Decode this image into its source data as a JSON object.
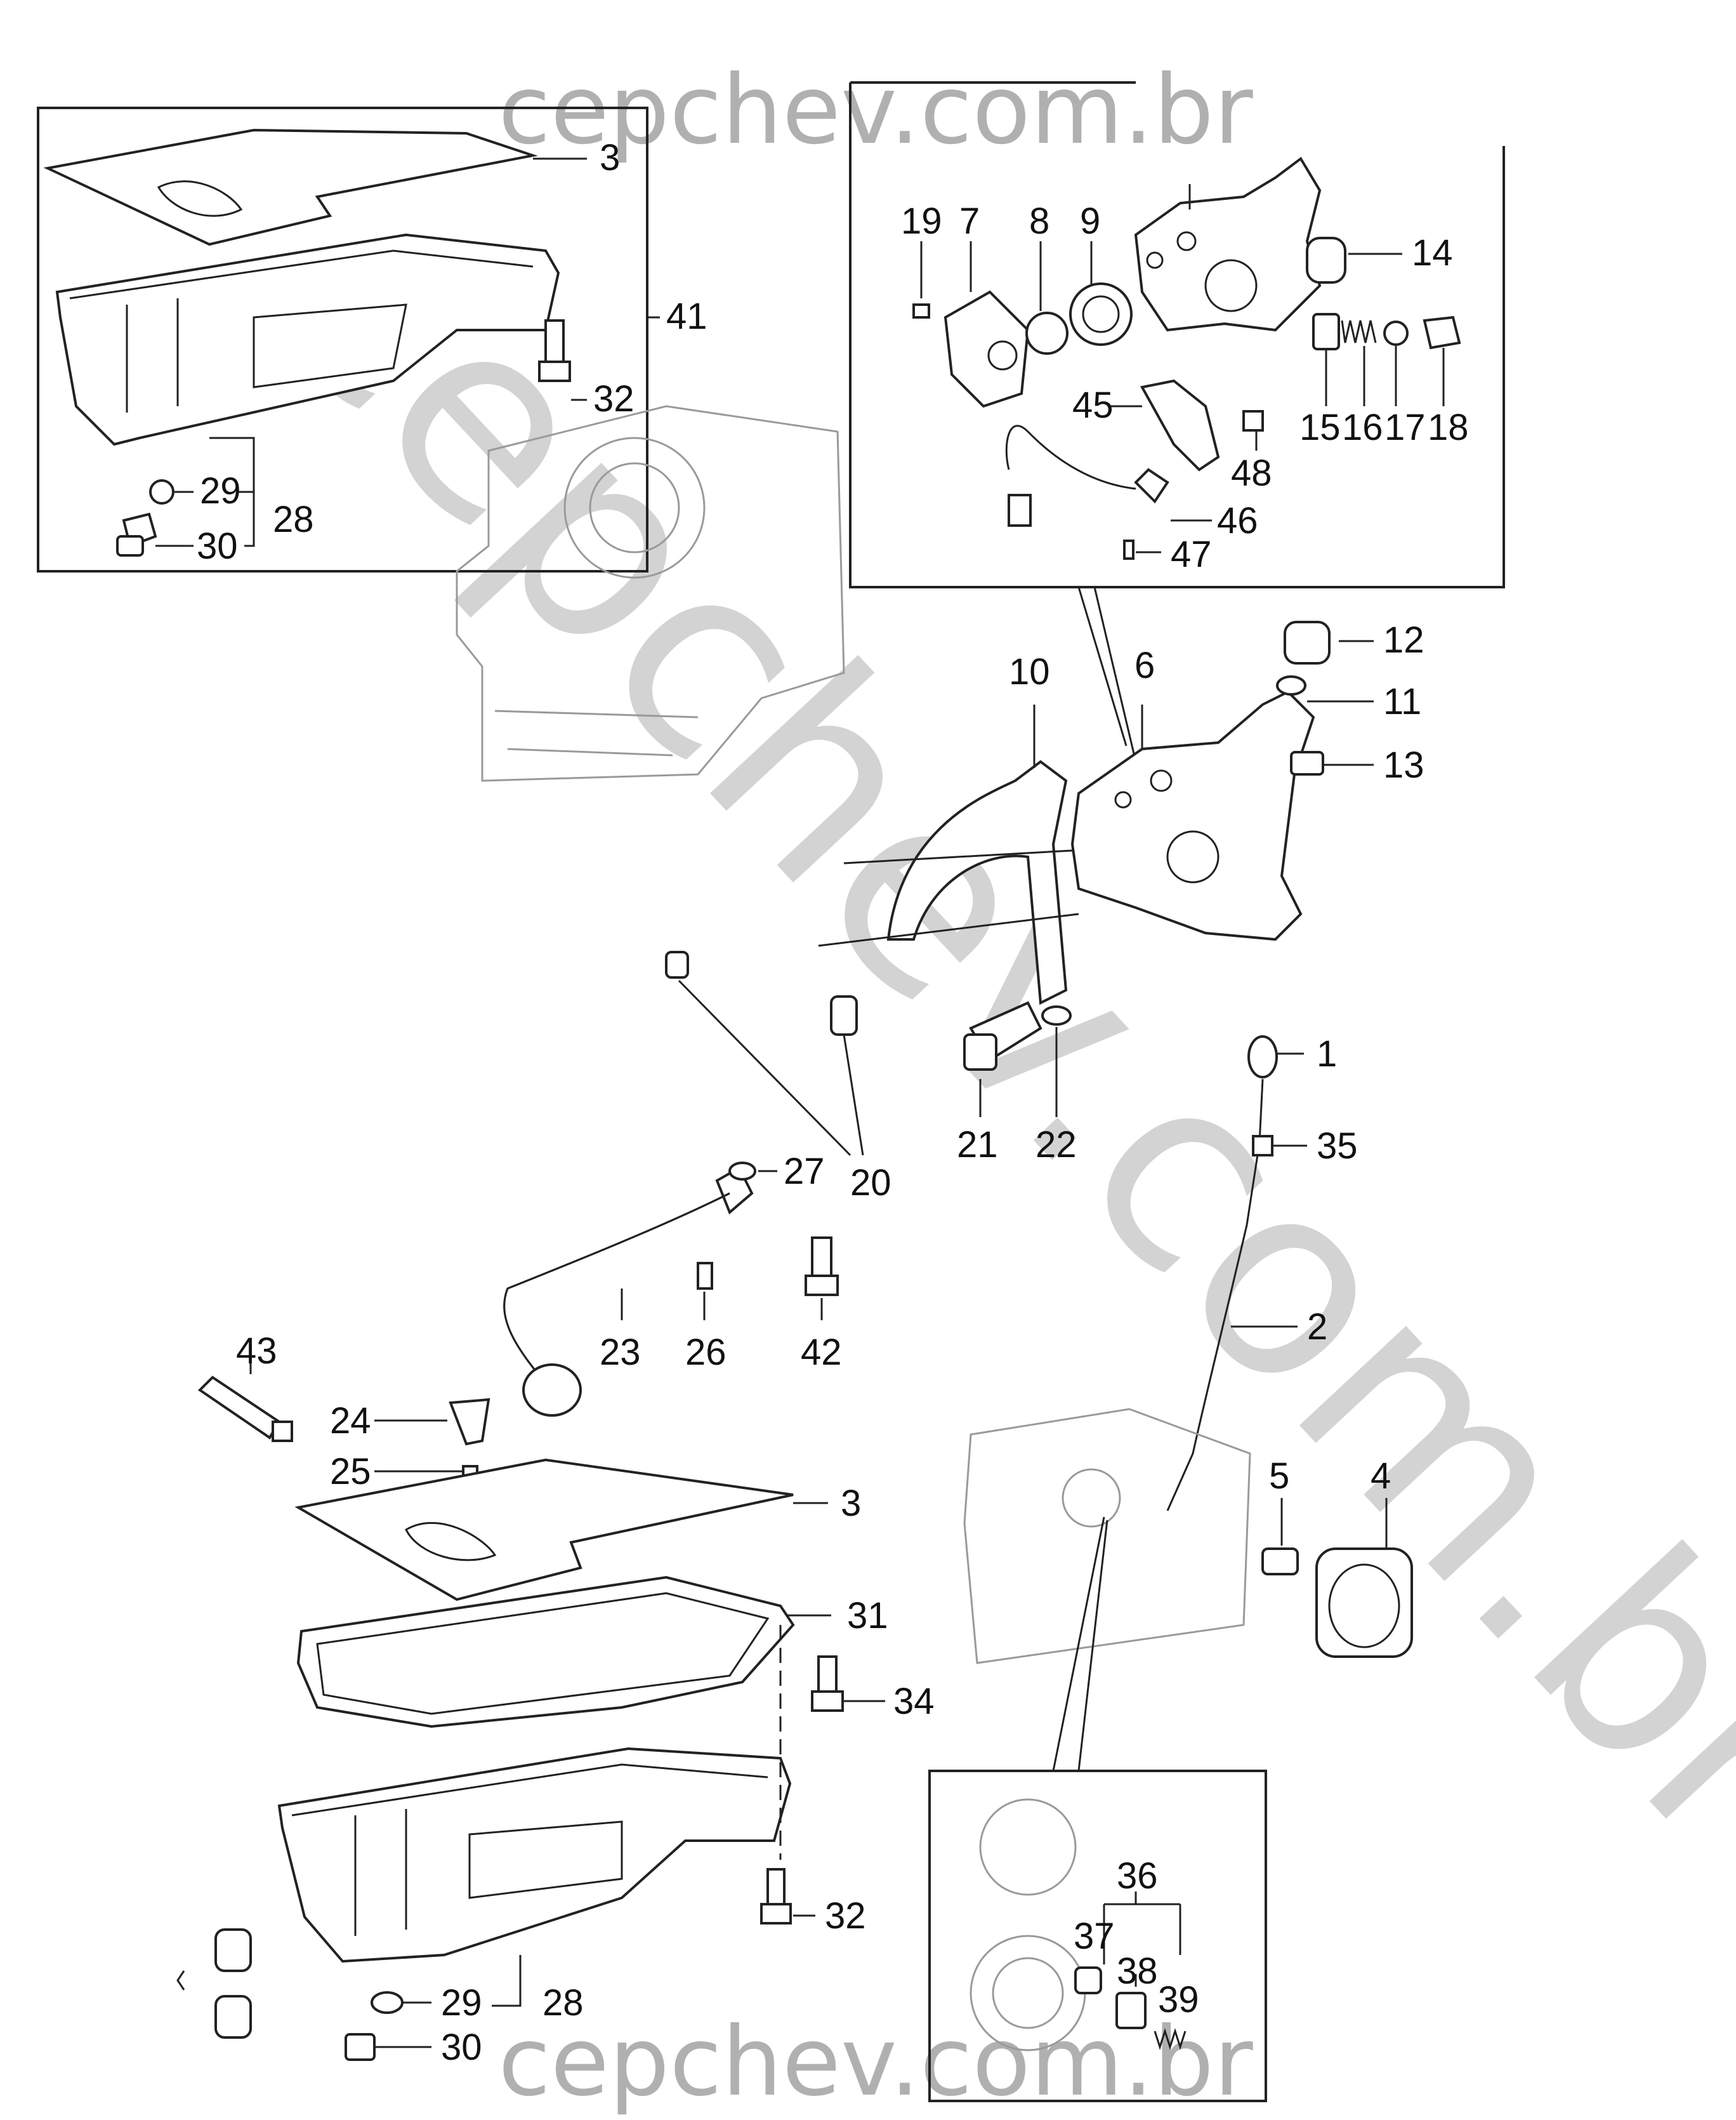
{
  "watermark": {
    "top": "cepchev.com.br",
    "bottom": "cepchev.com.br",
    "diagonal": "cepchev.com.br"
  },
  "labels": {
    "l1": "1",
    "l2": "2",
    "l3a": "3",
    "l3b": "3",
    "l4": "4",
    "l5": "5",
    "l6": "6",
    "l7": "7",
    "l8": "8",
    "l9": "9",
    "l10": "10",
    "l11": "11",
    "l12": "12",
    "l13": "13",
    "l14": "14",
    "l15": "15",
    "l16": "16",
    "l17": "17",
    "l18": "18",
    "l19": "19",
    "l20": "20",
    "l21": "21",
    "l22": "22",
    "l23": "23",
    "l24": "24",
    "l25": "25",
    "l26": "26",
    "l27": "27",
    "l28a": "28",
    "l28b": "28",
    "l29a": "29",
    "l29b": "29",
    "l30a": "30",
    "l30b": "30",
    "l31": "31",
    "l32a": "32",
    "l32b": "32",
    "l34": "34",
    "l35": "35",
    "l36": "36",
    "l37": "37",
    "l38": "38",
    "l39": "39",
    "l41": "41",
    "l42": "42",
    "l43": "43",
    "l45": "45",
    "l46": "46",
    "l47": "47",
    "l48": "48"
  }
}
